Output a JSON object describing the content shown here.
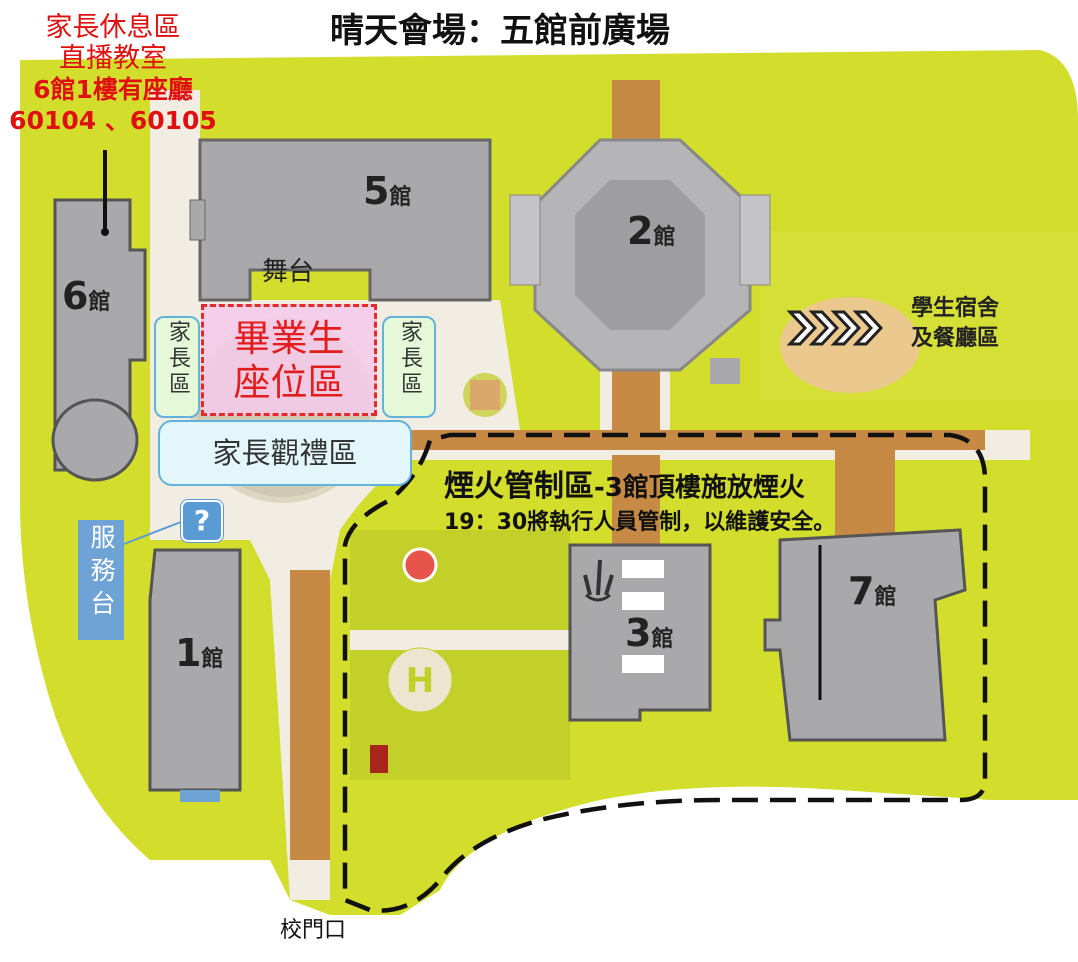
{
  "title": "晴天會場：五館前廣場",
  "parent_rest_note": [
    "家長休息區",
    "直播教室",
    "6館1樓有座廳",
    "60104 、60105"
  ],
  "buildings": {
    "b1": {
      "num": "1",
      "suffix": "館"
    },
    "b2": {
      "num": "2",
      "suffix": "館"
    },
    "b3": {
      "num": "3",
      "suffix": "館"
    },
    "b5": {
      "num": "5",
      "suffix": "館"
    },
    "b6": {
      "num": "6",
      "suffix": "館"
    },
    "b7": {
      "num": "7",
      "suffix": "館"
    }
  },
  "stage_label": "舞台",
  "parent_area_left": "家長區",
  "parent_area_right": "家長區",
  "graduate_seating": [
    "畢業生",
    "座位區"
  ],
  "parents_viewing": "家長觀禮區",
  "service_desk": "服務台",
  "help_icon_text": "?",
  "control_zone": {
    "title": "煙火管制區",
    "title_suffix": "-3館頂樓施放煙火",
    "note": "19：30將執行人員管制，以維護安全。"
  },
  "dorm_label": [
    "學生宿舍",
    "及餐廳區"
  ],
  "gate_label": "校門口",
  "colors": {
    "grass": "#d2dd2c",
    "building": "#a9a9ab",
    "path": "#f1ede2",
    "road_brown": "#c68a45",
    "red_text": "#e01010",
    "info_blue": "#5b9bd5"
  }
}
